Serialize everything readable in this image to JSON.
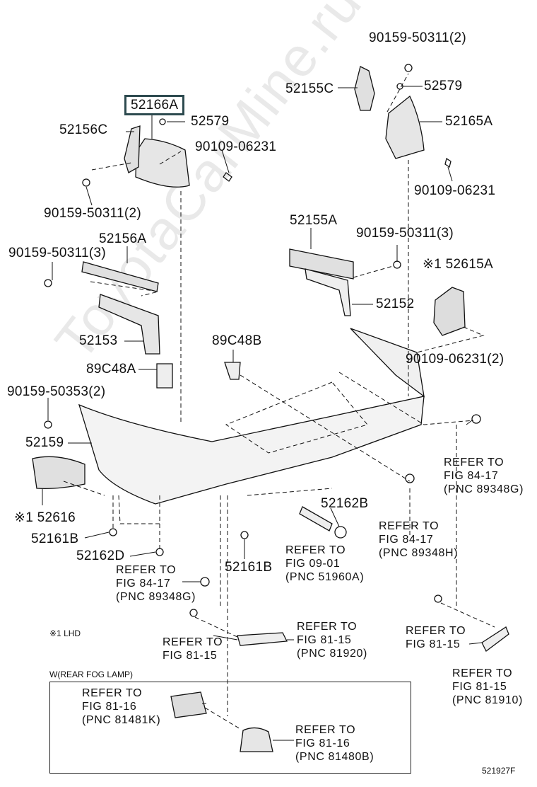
{
  "watermark": "ToyotaCarMine.ru",
  "highlighted_part": "52166A",
  "labels": {
    "p52166A": "52166A",
    "p52156C": "52156C",
    "p52579_l": "52579",
    "p90109_l": "90109-06231",
    "p90159_50311_2_l": "90159-50311(2)",
    "p90159_50311_2_r": "90159-50311(2)",
    "p52155C": "52155C",
    "p52579_r": "52579",
    "p52165A": "52165A",
    "p90109_r": "90109-06231",
    "p52155A": "52155A",
    "p90159_50311_3_r": "90159-50311(3)",
    "p52615A": "※1 52615A",
    "p52152": "52152",
    "p90109_2": "90109-06231(2)",
    "p52156A": "52156A",
    "p90159_50311_3_l": "90159-50311(3)",
    "p52153": "52153",
    "p89C48B": "89C48B",
    "p89C48A": "89C48A",
    "p90159_50353": "90159-50353(2)",
    "p52159": "52159",
    "p52616": "※1 52616",
    "p52161B_l": "52161B",
    "p52162D": "52162D",
    "p52162B": "52162B",
    "p52161B_r": "52161B"
  },
  "refs": {
    "r1": "REFER TO\nFIG 84-17\n(PNC 89348G)",
    "r2": "REFER TO\nFIG 84-17\n(PNC 89348H)",
    "r3": "REFER TO\nFIG 09-01\n(PNC 51960A)",
    "r4": "REFER TO\nFIG 84-17\n(PNC 89348G)",
    "r5": "REFER TO\nFIG 81-15",
    "r6": "REFER TO\nFIG 81-15\n(PNC 81920)",
    "r7": "REFER TO\nFIG 81-15",
    "r8": "REFER TO\nFIG 81-15\n(PNC 81910)",
    "r9": "REFER TO\nFIG 81-16\n(PNC 81481K)",
    "r10": "REFER TO\nFIG 81-16\n(PNC 81480B)"
  },
  "notes": {
    "lhd": "※1 LHD",
    "fog": "W(REAR FOG LAMP)",
    "figure_id": "521927F"
  }
}
